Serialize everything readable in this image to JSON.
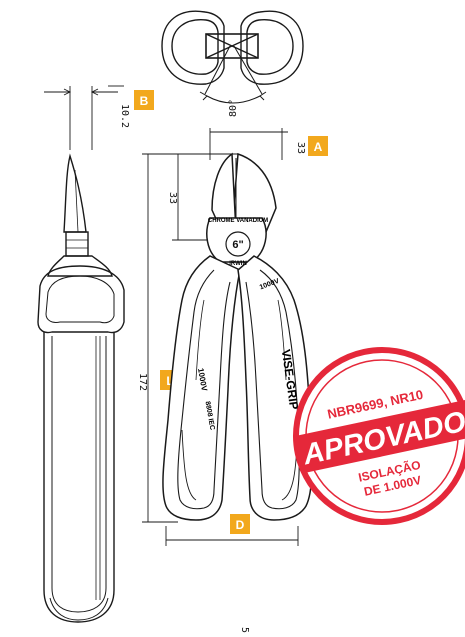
{
  "colors": {
    "line": "#1a1a1a",
    "tag_bg": "#f2a81d",
    "stamp_red": "#e5283a",
    "handle_fill": "#ffffff"
  },
  "dimensions": {
    "width_label": "10.2",
    "jaw_length": "33",
    "jaw_width": "33",
    "total_length": "172",
    "bottom_width": "5",
    "angle": "80°"
  },
  "tags": {
    "a": "A",
    "b": "B",
    "d": "D",
    "l": "L"
  },
  "tool_markings": {
    "head_brand": "CHROME VANADIUM",
    "size": "6\"",
    "maker": "IRWIN",
    "volt_top": "1000V",
    "volt_left": "1000V",
    "handle_brand": "VISE-GRIP",
    "handle_code": "8808 IEC"
  },
  "stamp": {
    "line1": "NBR9699, NR10",
    "banner": "APROVADO",
    "line3": "ISOLAÇÃO",
    "line4": "DE 1.000V"
  }
}
